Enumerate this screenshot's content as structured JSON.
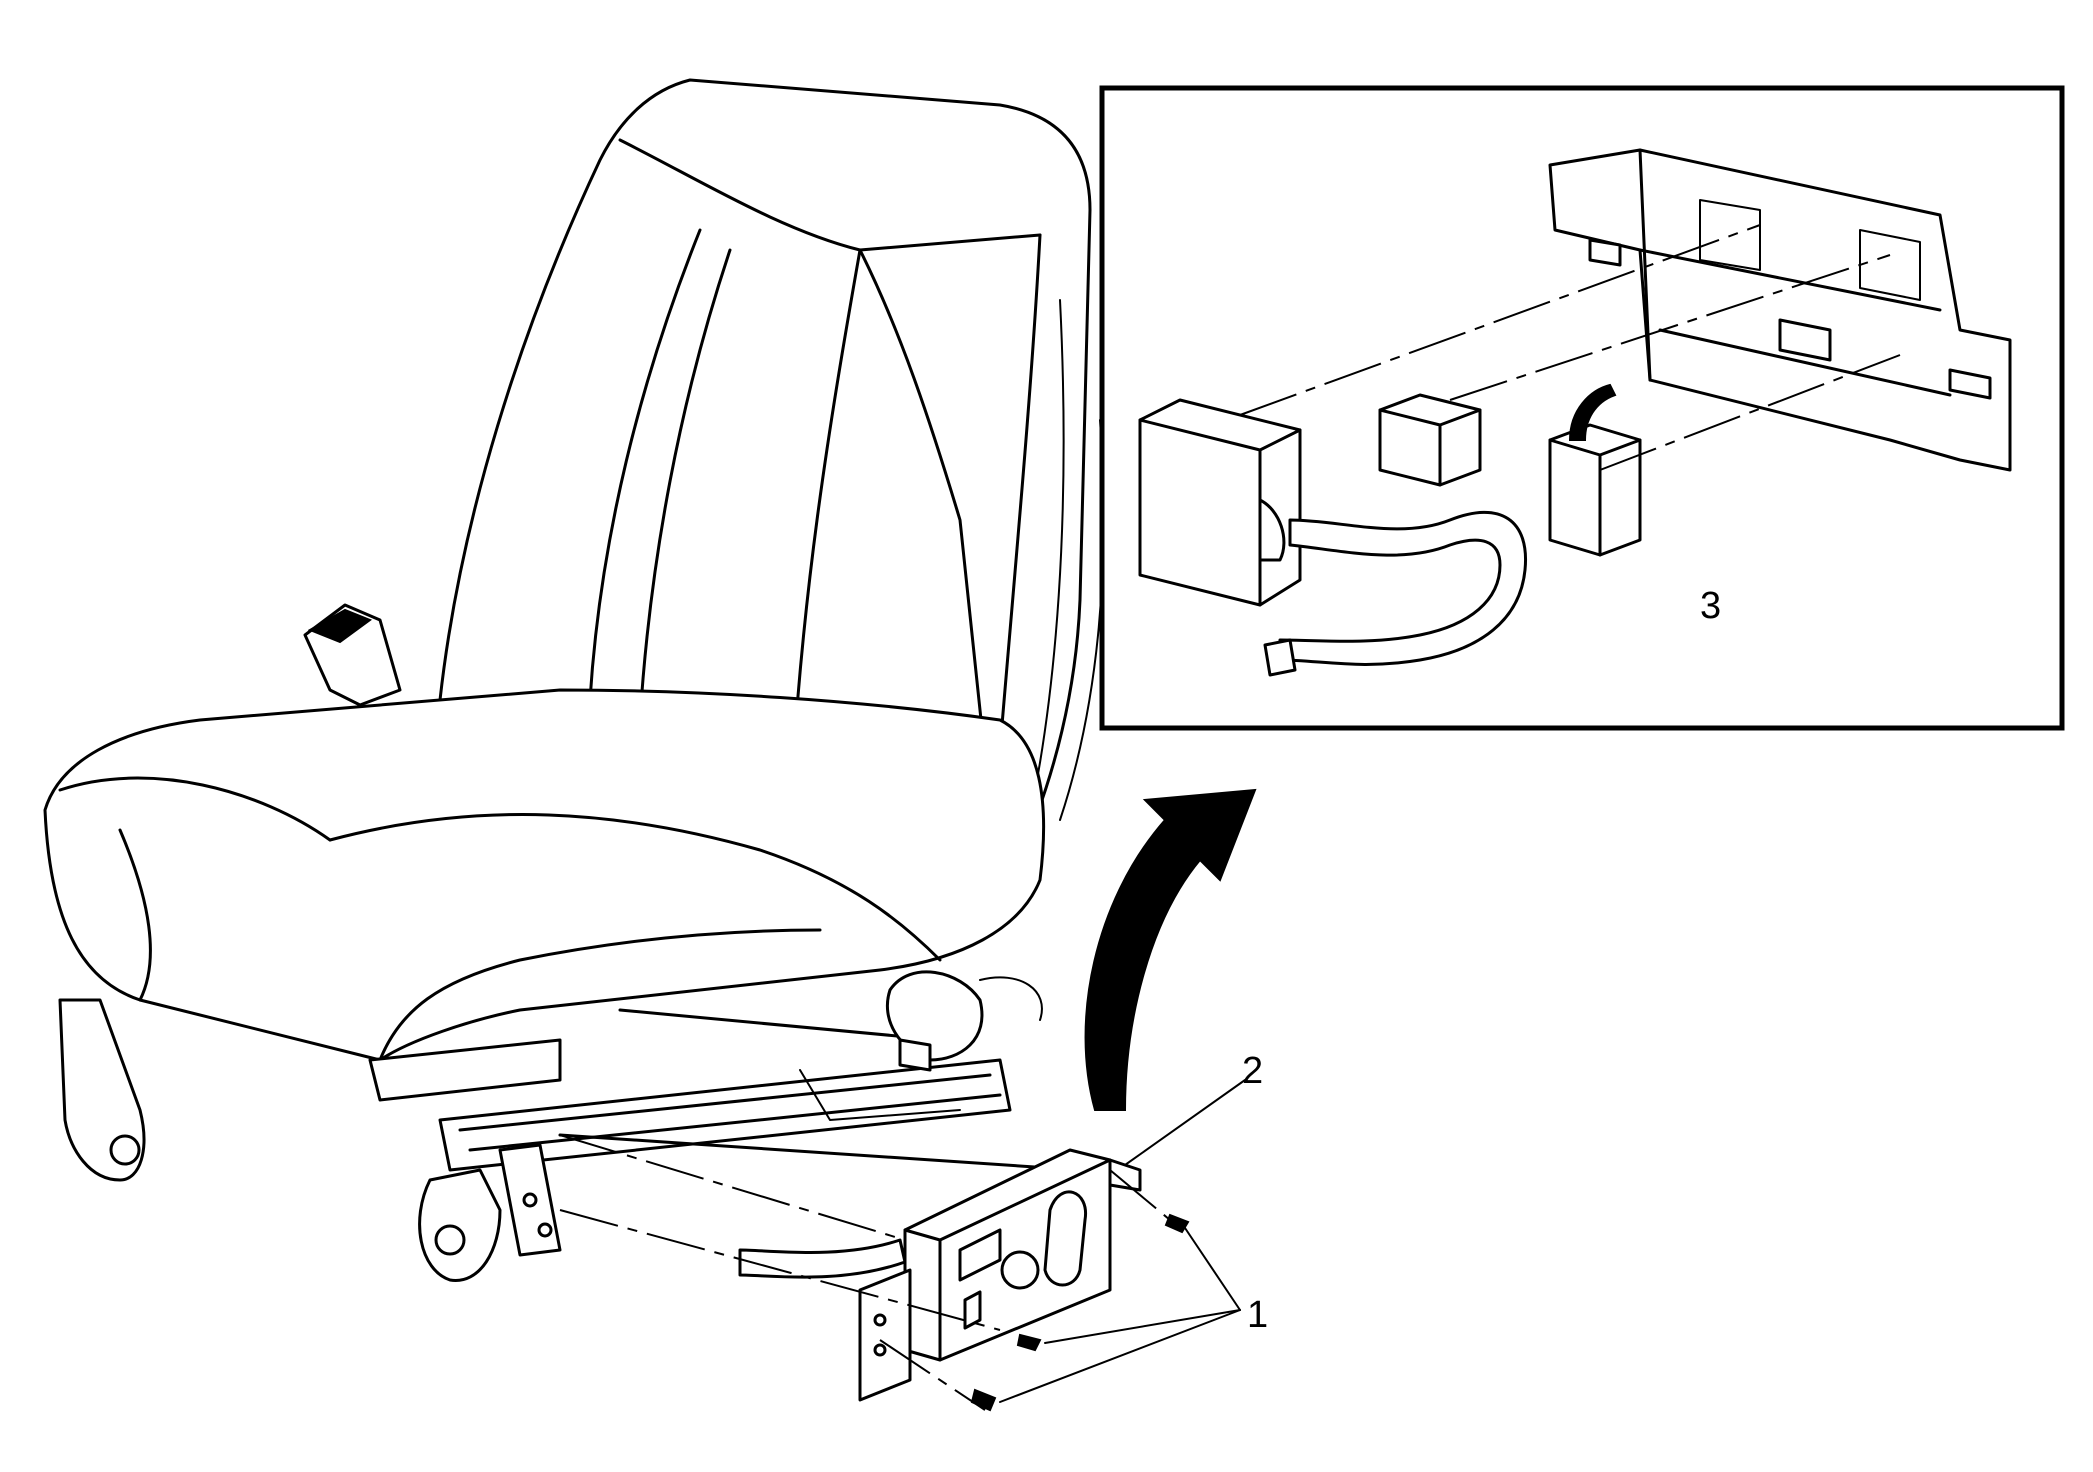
{
  "callouts": {
    "fasteners": "1",
    "seat_switch_assembly": "2",
    "connector": "3"
  }
}
